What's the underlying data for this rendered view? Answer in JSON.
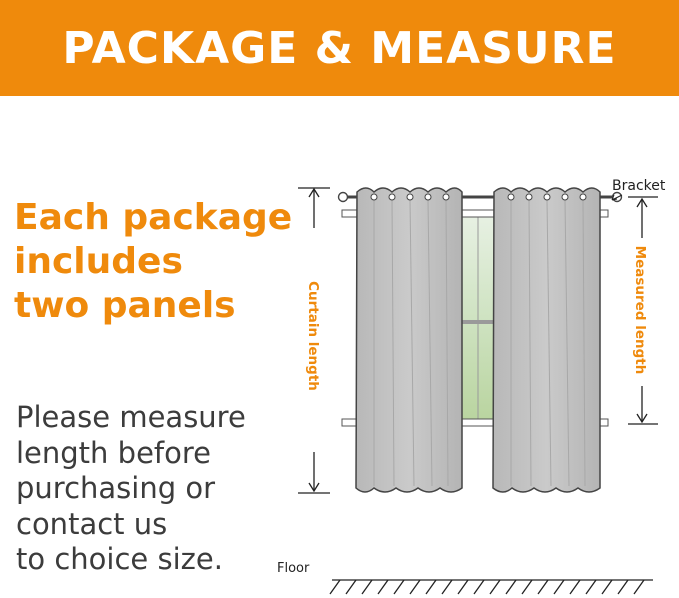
{
  "banner": {
    "title": "PACKAGE & MEASURE"
  },
  "headline": {
    "lines": [
      "Each package",
      "includes",
      "two panels"
    ]
  },
  "body": {
    "lines": [
      "Please measure",
      "length before",
      "purchasing or",
      "contact us",
      "to choice size."
    ]
  },
  "diagram": {
    "bracket_label": "Bracket",
    "curtain_length_label": "Curtain length",
    "measured_length_label": "Measured length",
    "floor_label": "Floor"
  },
  "colors": {
    "accent": "#ef8a0c",
    "text": "#3c3c3c",
    "curtain": "#c4c4c4"
  }
}
